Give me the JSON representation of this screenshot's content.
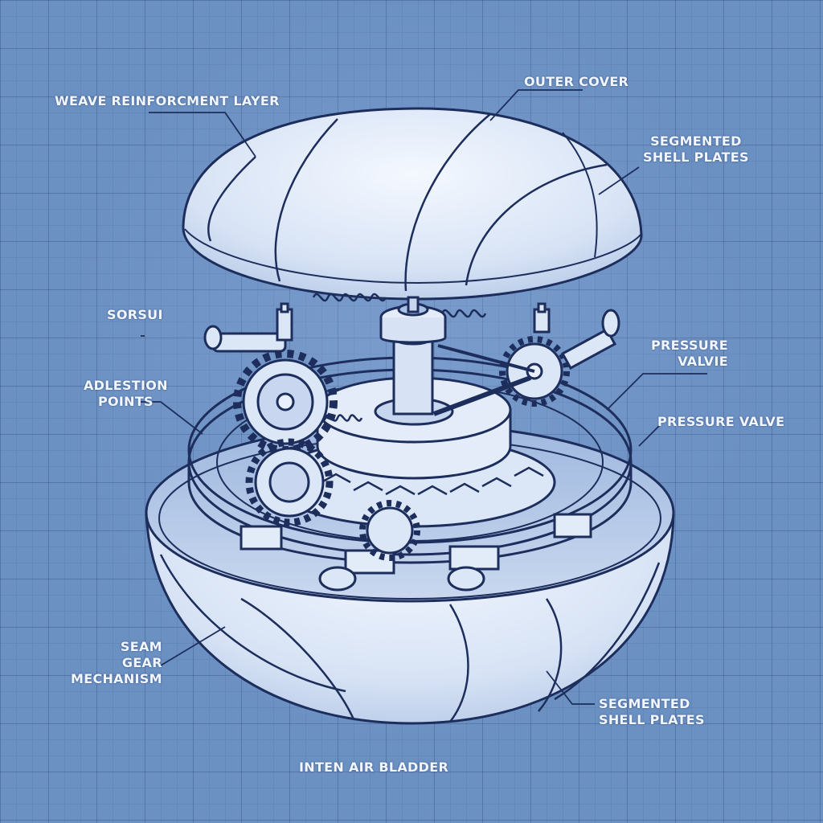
{
  "diagram": {
    "labels": {
      "weave_reinforcement": "WEAVE REINFORCMENT LAYER",
      "outer_cover": "OUTER COVER",
      "segmented_top_line1": "SEGMENTED",
      "segmented_top_line2": "SHELL PLATES",
      "sorsui": "SORSUI",
      "pressure_valve_top_line1": "PRESSURE",
      "pressure_valve_top_line2": "VALVIE",
      "adlestion_line1": "ADLESTION",
      "adlestion_line2": "POINTS",
      "pressure_valve_mid": "PRESSURE VALVE",
      "seam_line1": "SEAM",
      "seam_line2": "GEAR",
      "seam_line3": "MECHANISM",
      "segmented_bottom_line1": "SEGMENTED",
      "segmented_bottom_line2": "SHELL PLATES",
      "air_bladder": "INTEN AIR BLADDER"
    },
    "colors": {
      "background": "#6b90c2",
      "ink": "#1d2e5c",
      "shell_fill": "#dfe9f7",
      "label_text": "#f2f6ff"
    }
  }
}
